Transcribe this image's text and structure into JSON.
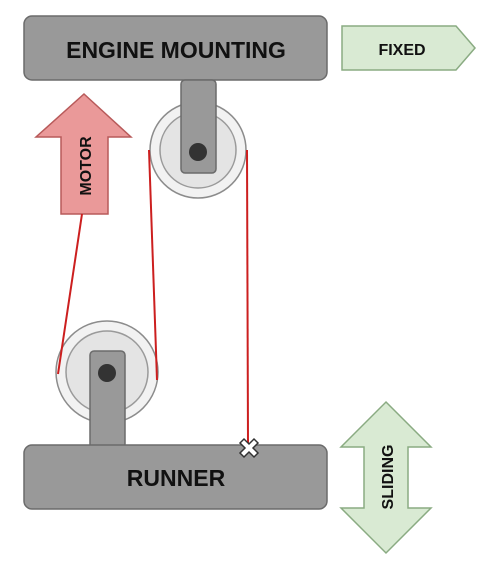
{
  "labels": {
    "engine_mounting": "ENGINE MOUNTING",
    "fixed": "FIXED",
    "motor": "MOTOR",
    "runner": "RUNNER",
    "sliding": "SLIDING"
  },
  "colors": {
    "block_fill": "#999999",
    "block_stroke": "#6b6b6b",
    "pulley_outer": "#f2f2f2",
    "pulley_inner": "#e2e2e2",
    "pulley_stroke": "#8c8c8c",
    "axle": "#333333",
    "rope": "#cc1f1f",
    "motor_fill": "#ea9999",
    "motor_stroke": "#b85a5a",
    "fixed_fill": "#d9ead3",
    "fixed_stroke": "#8aab82",
    "sliding_fill": "#d9ead3",
    "sliding_stroke": "#8aab82"
  }
}
